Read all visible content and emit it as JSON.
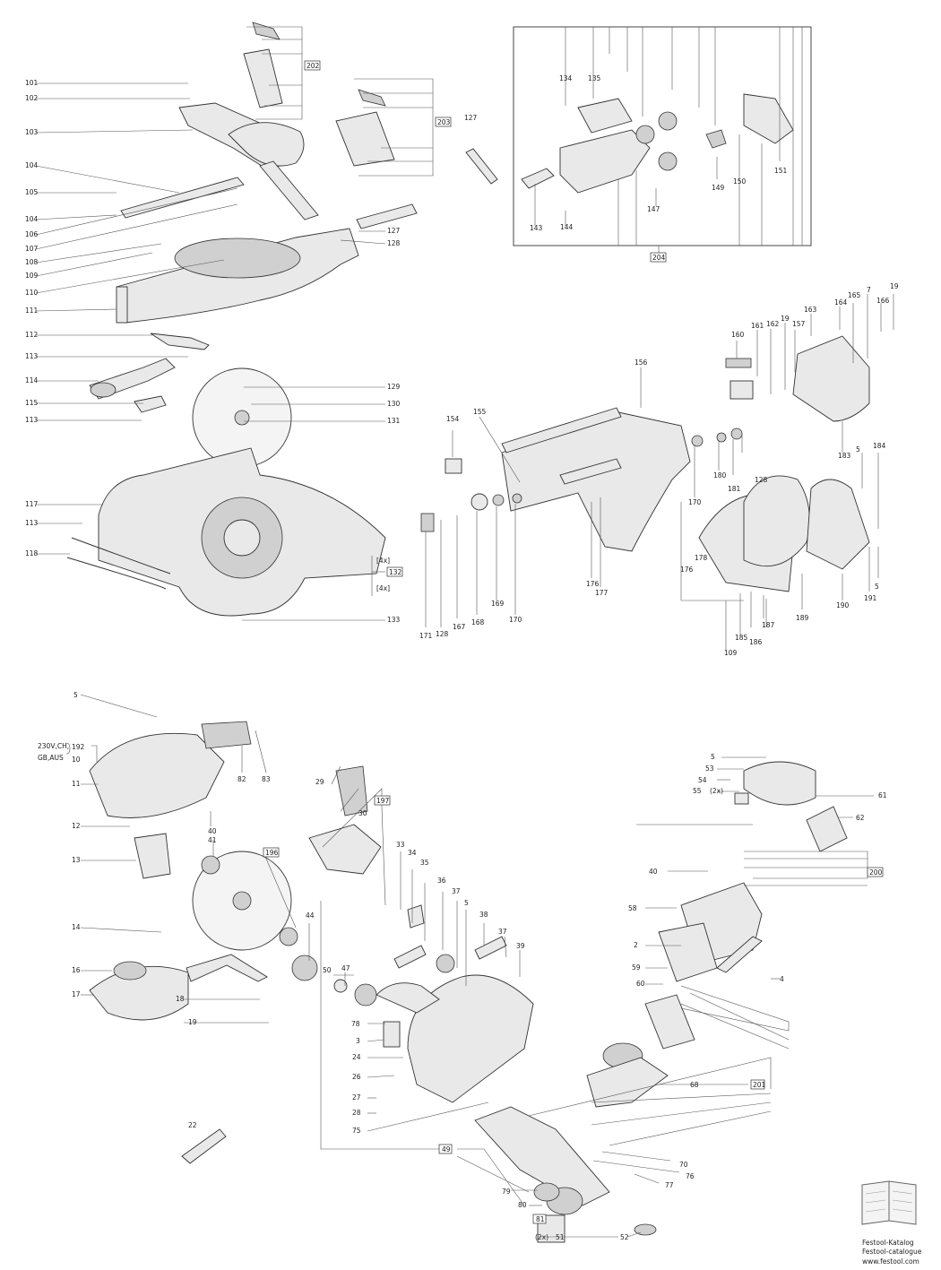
{
  "footer": {
    "line1": "Festool-Katalog",
    "line2": "Festool-catalogue",
    "line3": "www.festool.com",
    "icon": "open-book-icon"
  },
  "voltage_note": {
    "line1": "230V,CH,",
    "line2": "GB,AUS"
  },
  "qty_notes": {
    "n132a": "[4x]",
    "n132b": "[4x]",
    "n55": "(2x)",
    "n51": "(2x)"
  },
  "boxed_groups": [
    "202",
    "203",
    "204",
    "132",
    "196",
    "197",
    "200",
    "201",
    "49",
    "81"
  ],
  "part_numbers": [
    "2",
    "3",
    "4",
    "5",
    "7",
    "10",
    "11",
    "12",
    "13",
    "14",
    "16",
    "17",
    "18",
    "19",
    "22",
    "24",
    "26",
    "27",
    "28",
    "29",
    "30",
    "33",
    "34",
    "35",
    "36",
    "37",
    "38",
    "39",
    "40",
    "41",
    "44",
    "47",
    "50",
    "51",
    "52",
    "53",
    "54",
    "55",
    "58",
    "59",
    "60",
    "61",
    "62",
    "68",
    "70",
    "75",
    "76",
    "77",
    "78",
    "79",
    "80",
    "82",
    "83",
    "101",
    "102",
    "103",
    "104",
    "105",
    "106",
    "107",
    "108",
    "109",
    "110",
    "111",
    "112",
    "113",
    "114",
    "115",
    "117",
    "118",
    "127",
    "128",
    "129",
    "130",
    "131",
    "133",
    "134",
    "135",
    "143",
    "144",
    "147",
    "149",
    "150",
    "151",
    "154",
    "155",
    "156",
    "157",
    "160",
    "161",
    "162",
    "163",
    "164",
    "165",
    "166",
    "167",
    "168",
    "169",
    "170",
    "171",
    "176",
    "177",
    "178",
    "180",
    "181",
    "183",
    "184",
    "185",
    "186",
    "187",
    "189",
    "190",
    "191",
    "192"
  ]
}
